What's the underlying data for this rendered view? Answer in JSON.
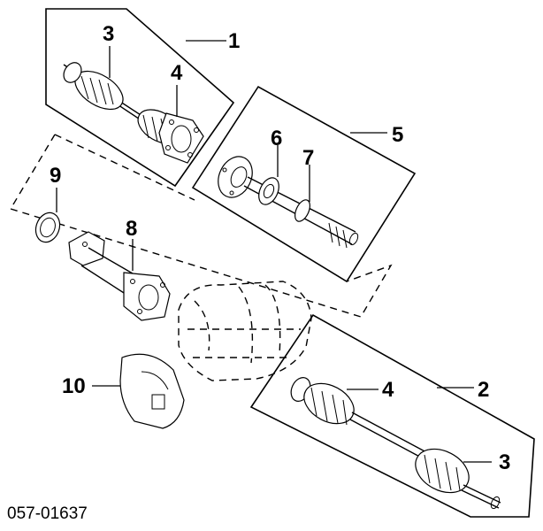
{
  "diagram": {
    "part_number": "057-01637",
    "callouts": {
      "c1": "1",
      "c2": "2",
      "c3_top": "3",
      "c3_bottom": "3",
      "c4_top": "4",
      "c4_bottom": "4",
      "c5": "5",
      "c6": "6",
      "c7": "7",
      "c8": "8",
      "c9": "9",
      "c10": "10"
    }
  }
}
